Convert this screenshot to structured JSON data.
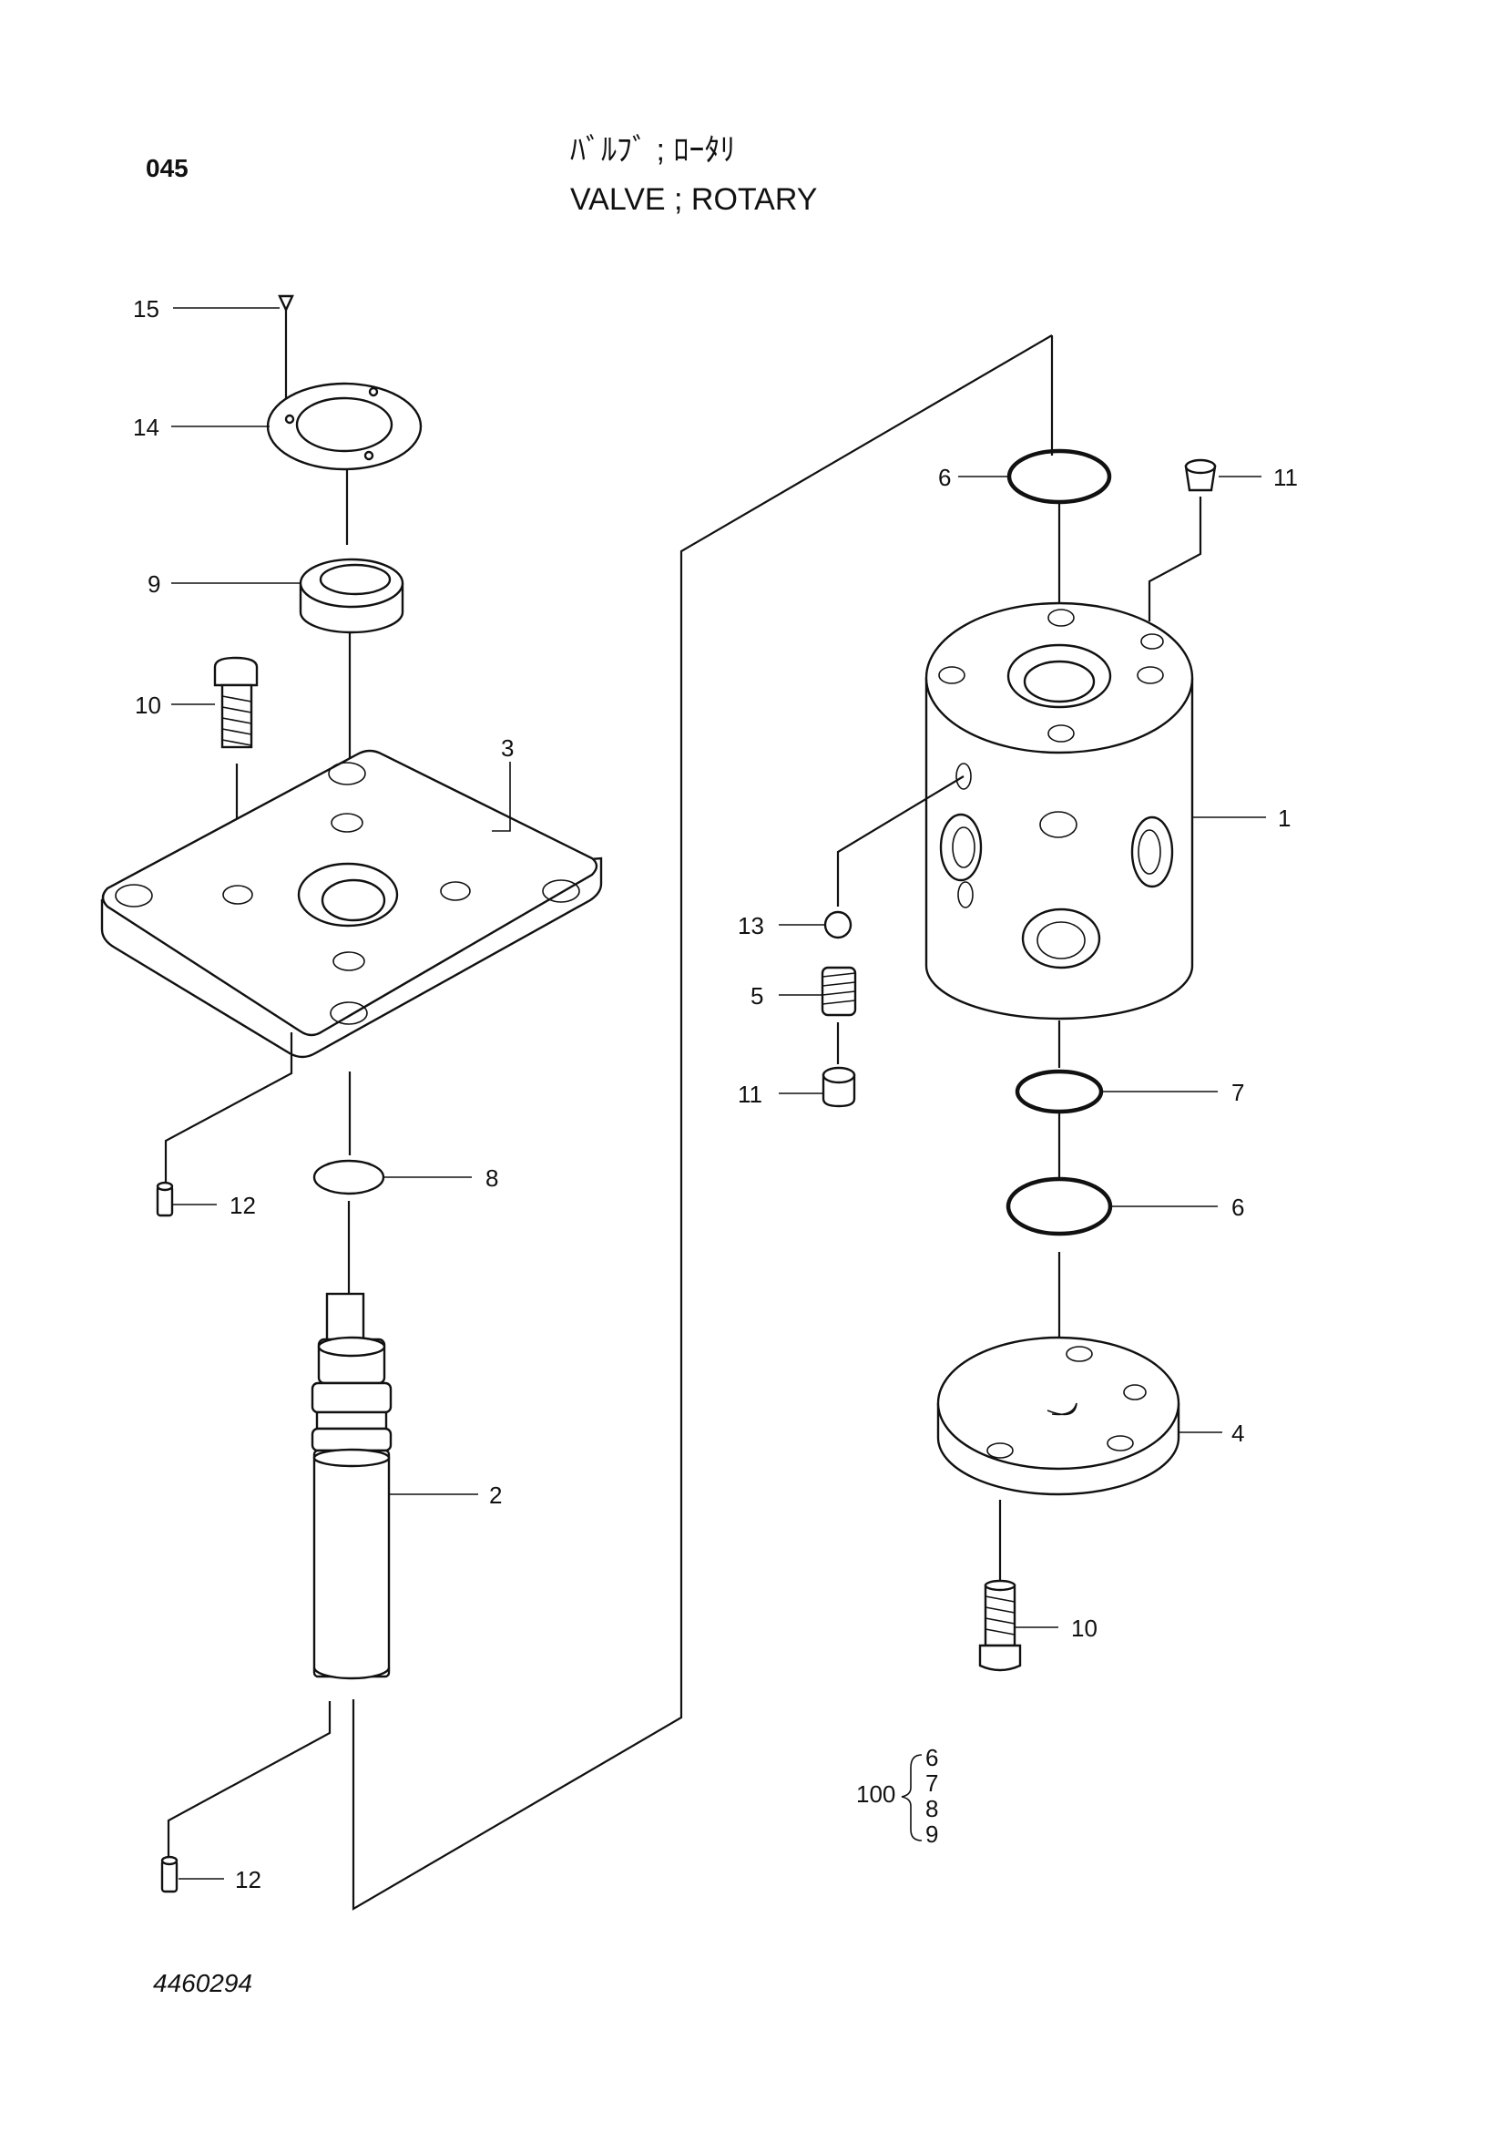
{
  "header": {
    "page_code": "045",
    "title_jp": "ﾊﾞﾙﾌﾞ ; ﾛｰﾀﾘ",
    "title_en": "VALVE ; ROTARY"
  },
  "callouts": {
    "p15": "15",
    "p14": "14",
    "p9": "9",
    "p10a": "10",
    "p3": "3",
    "p12a": "12",
    "p8": "8",
    "p2": "2",
    "p12b": "12",
    "p6a": "6",
    "p11a": "11",
    "p1": "1",
    "p13": "13",
    "p5": "5",
    "p11b": "11",
    "p7": "7",
    "p6b": "6",
    "p4": "4",
    "p10b": "10"
  },
  "kit": {
    "number": "100",
    "items": [
      "6",
      "7",
      "8",
      "9"
    ]
  },
  "footer": {
    "figure_no": "4460294"
  }
}
